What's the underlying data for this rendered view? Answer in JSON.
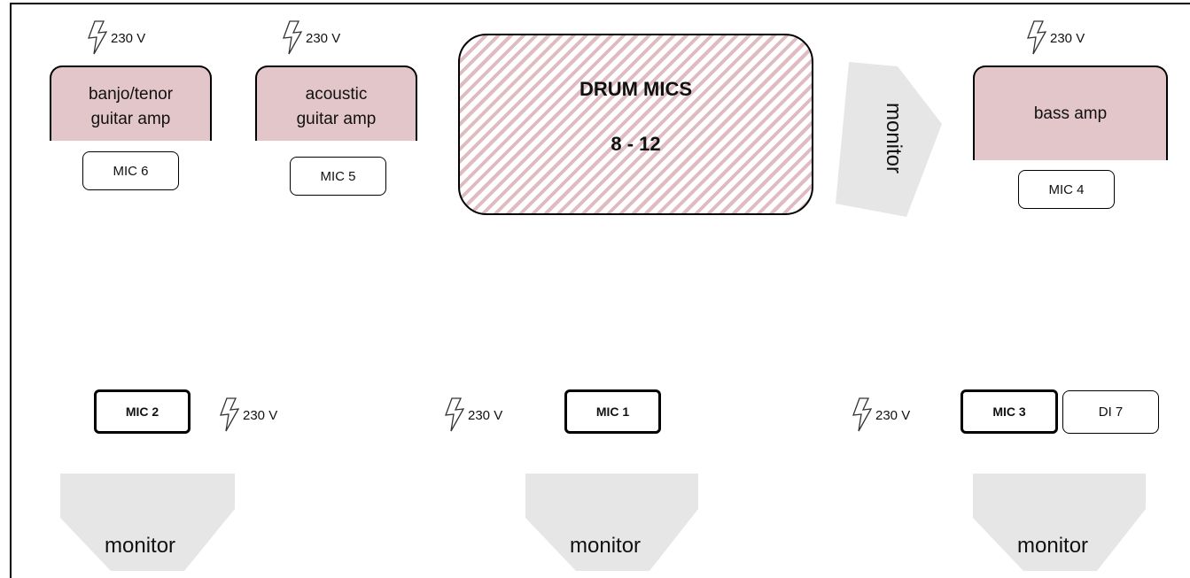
{
  "power_label": "230 V",
  "drums": {
    "title": "DRUM MICS",
    "range": "8 - 12"
  },
  "amps": {
    "banjo": {
      "line1": "banjo/tenor",
      "line2": "guitar amp"
    },
    "acoustic": {
      "line1": "acoustic",
      "line2": "guitar amp"
    },
    "bass": {
      "label": "bass amp"
    }
  },
  "mics": {
    "mic6": "MIC 6",
    "mic5": "MIC 5",
    "mic4": "MIC 4",
    "mic2": "MIC 2",
    "mic1": "MIC 1",
    "mic3": "MIC 3",
    "di7": "DI 7"
  },
  "monitor_label": "monitor",
  "colors": {
    "amp_fill": "#e3c6c9",
    "drum_hatch": "#dfbcc1",
    "monitor_fill": "#e6e6e6"
  }
}
